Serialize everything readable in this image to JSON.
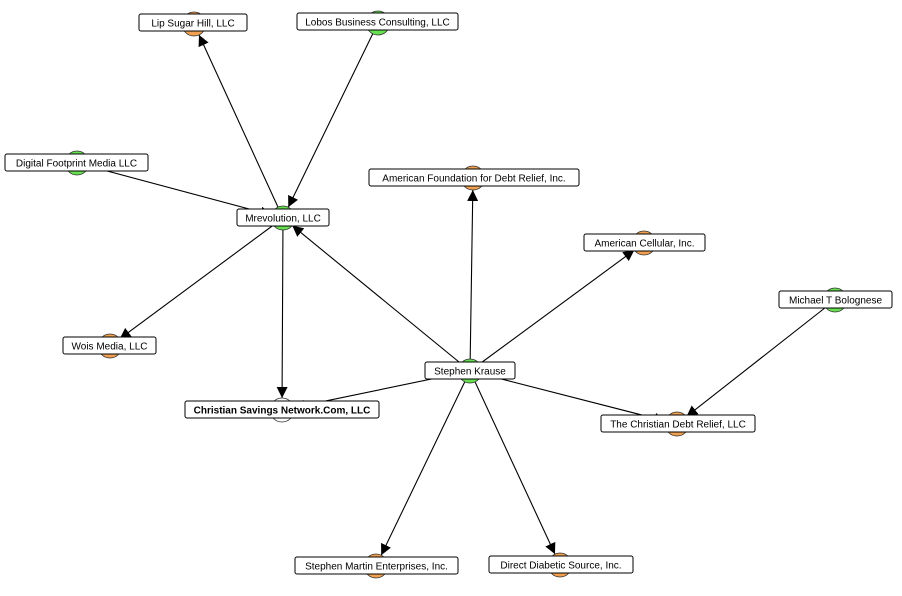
{
  "colors": {
    "person": "#66e050",
    "company": "#f0a050",
    "focus": "#ffffff",
    "edge": "#000000"
  },
  "nodes": [
    {
      "id": "lip",
      "label": "Lip Sugar Hill, LLC",
      "kind": "company"
    },
    {
      "id": "lobos",
      "label": "Lobos Business Consulting, LLC",
      "kind": "person"
    },
    {
      "id": "digital",
      "label": "Digital Footprint Media LLC",
      "kind": "person"
    },
    {
      "id": "mrevolution",
      "label": "Mrevolution, LLC",
      "kind": "person"
    },
    {
      "id": "afdr",
      "label": "American Foundation for Debt Relief, Inc.",
      "kind": "company"
    },
    {
      "id": "cellular",
      "label": "American Cellular, Inc.",
      "kind": "company"
    },
    {
      "id": "michael",
      "label": "Michael T Bolognese",
      "kind": "person"
    },
    {
      "id": "wois",
      "label": "Wois Media, LLC",
      "kind": "company"
    },
    {
      "id": "stephen",
      "label": "Stephen Krause",
      "kind": "person"
    },
    {
      "id": "csn",
      "label": "Christian Savings Network.Com, LLC",
      "kind": "focus",
      "bold": true
    },
    {
      "id": "tcdr",
      "label": "The Christian Debt Relief, LLC",
      "kind": "company"
    },
    {
      "id": "smartin",
      "label": "Stephen Martin Enterprises, Inc.",
      "kind": "company"
    },
    {
      "id": "diabetic",
      "label": "Direct Diabetic Source, Inc.",
      "kind": "company"
    }
  ],
  "edges": [
    {
      "from": "mrevolution",
      "to": "lip"
    },
    {
      "from": "lobos",
      "to": "mrevolution"
    },
    {
      "from": "digital",
      "to": "mrevolution"
    },
    {
      "from": "mrevolution",
      "to": "wois"
    },
    {
      "from": "mrevolution",
      "to": "csn"
    },
    {
      "from": "stephen",
      "to": "mrevolution"
    },
    {
      "from": "stephen",
      "to": "afdr"
    },
    {
      "from": "stephen",
      "to": "cellular"
    },
    {
      "from": "stephen",
      "to": "csn"
    },
    {
      "from": "stephen",
      "to": "tcdr"
    },
    {
      "from": "michael",
      "to": "tcdr"
    },
    {
      "from": "stephen",
      "to": "smartin"
    },
    {
      "from": "stephen",
      "to": "diabetic"
    }
  ]
}
